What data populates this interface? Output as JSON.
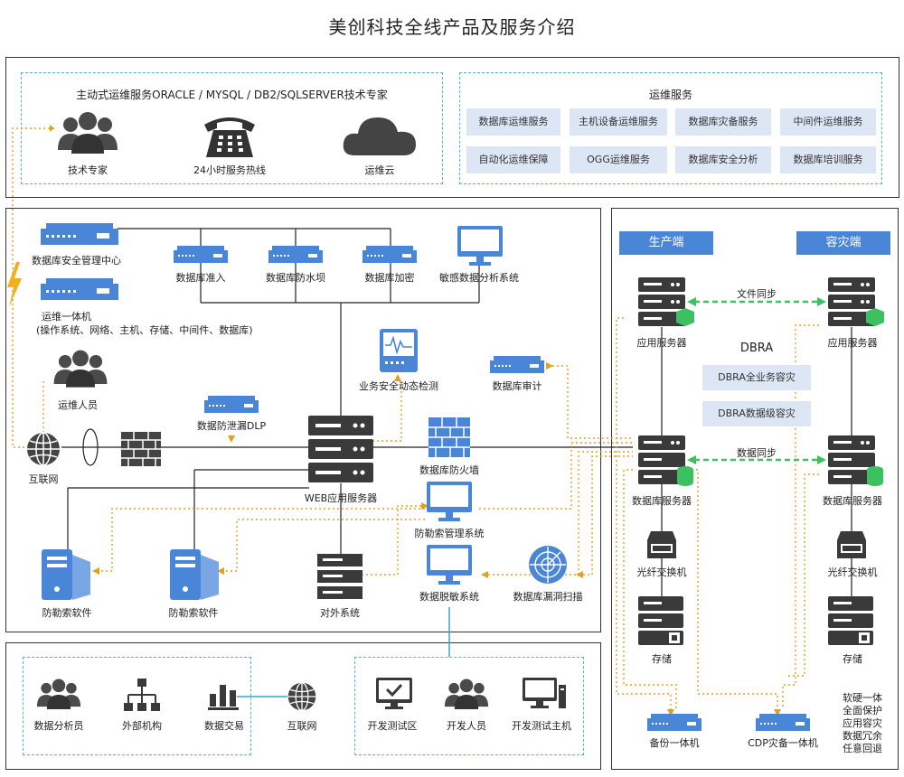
{
  "title": "美创科技全线产品及服务介绍",
  "top_left": {
    "heading": "主动式运维服务ORACLE / MYSQL / DB2/SQLSERVER技术专家",
    "items": [
      "技术专家",
      "24小时服务热线",
      "运维云"
    ]
  },
  "top_right": {
    "heading": "运维服务",
    "services": [
      "数据库运维服务",
      "主机设备运维服务",
      "数据库灾备服务",
      "中间件运维服务",
      "自动化运维保障",
      "OGG运维服务",
      "数据库安全分析",
      "数据库培训服务"
    ]
  },
  "middle": {
    "db_security_center": "数据库安全管理中心",
    "ops_machine": "运维一体机",
    "ops_machine_sub": "(操作系统、网络、主机、存储、中间件、数据库)",
    "ops_staff": "运维人员",
    "internet": "互联网",
    "db_access": "数据库准入",
    "db_firewall_dam": "数据库防水坝",
    "db_encrypt": "数据库加密",
    "sensitive_analysis": "敏感数据分析系统",
    "biz_security": "业务安全动态检测",
    "db_audit": "数据库审计",
    "dlp": "数据防泄漏DLP",
    "web_server": "WEB应用服务器",
    "db_firewall": "数据库防火墙",
    "ransom_mgmt": "防勒索管理系统",
    "ransom_sw_1": "防勒索软件",
    "ransom_sw_2": "防勒索软件",
    "external_sys": "对外系统",
    "desensitize": "数据脱敏系统",
    "vuln_scan": "数据库漏洞扫描"
  },
  "right": {
    "production": "生产端",
    "disaster": "容灾端",
    "file_sync": "文件同步",
    "app_server_l": "应用服务器",
    "app_server_r": "应用服务器",
    "dbra": "DBRA",
    "dbra_full": "DBRA全业务容灾",
    "dbra_data": "DBRA数据级容灾",
    "data_sync": "数据同步",
    "db_server_l": "数据库服务器",
    "db_server_r": "数据库服务器",
    "fc_switch_l": "光纤交换机",
    "fc_switch_r": "光纤交换机",
    "storage_l": "存储",
    "storage_r": "存储",
    "backup": "备份一体机",
    "cdp": "CDP灾备一体机",
    "features": [
      "软硬一体",
      "全面保护",
      "应用容灾",
      "数据冗余",
      "任意回退"
    ]
  },
  "bottom": {
    "left_items": [
      "数据分析员",
      "外部机构",
      "数据交易"
    ],
    "internet": "互联网",
    "right_items": [
      "开发测试区",
      "开发人员",
      "开发测试主机"
    ]
  },
  "colors": {
    "accent": "#4a86d8",
    "dashed_border": "#4db6d6",
    "orange": "#e0a020",
    "green": "#3cc060",
    "service_bg": "#dce6f5"
  }
}
